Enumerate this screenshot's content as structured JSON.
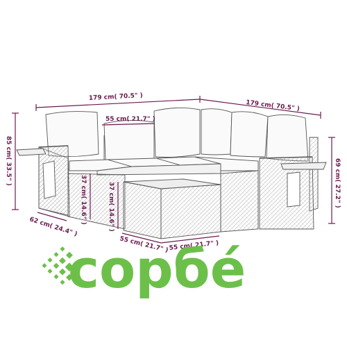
{
  "dimensions": {
    "width_left": "179 cm( 70.5\" )",
    "width_right": "179 cm( 70.5\" )",
    "seat_width": "55 cm( 21.7\" )",
    "height_total": "85 cm( 33.5\" )",
    "height_arm": "69 cm( 27.2\" )",
    "seat_height_sofa": "37 cm( 14.6\" )",
    "seat_height_table": "37 cm( 14.6\" )",
    "depth_arm": "62 cm( 24.4\" )",
    "table_depth": "55 cm( 21.7\" )",
    "table_width": "55 cm( 21.7\" )"
  },
  "logo": {
    "text": "copбé",
    "icon": "dotted-diamond-icon",
    "color": "#6cc04a"
  },
  "colors": {
    "dimension_line": "#6b1a4f",
    "outline": "#555555"
  }
}
